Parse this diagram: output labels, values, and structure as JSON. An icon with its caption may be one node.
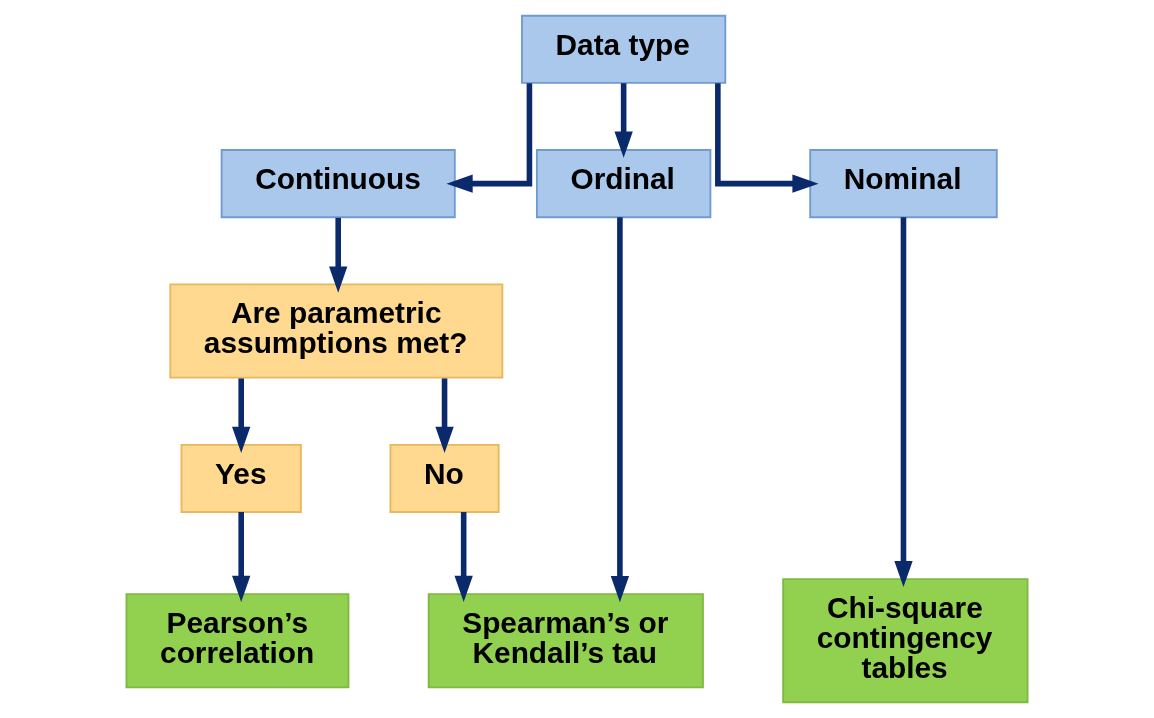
{
  "diagram": {
    "nodes": [
      {
        "text": [
          "Data type"
        ]
      },
      {
        "text": [
          "Continuous"
        ]
      },
      {
        "text": [
          "Ordinal"
        ]
      },
      {
        "text": [
          "Nominal"
        ]
      },
      {
        "text": [
          "Are parametric assumptions met?"
        ]
      },
      {
        "text": [
          "Yes"
        ]
      },
      {
        "text": [
          "No"
        ]
      },
      {
        "text": [
          "Pearson’s correlation"
        ]
      },
      {
        "text": [
          "Spearman’s or Kendall’s tau"
        ]
      },
      {
        "text": [
          "Chi-square contingency tables"
        ]
      }
    ],
    "edges": [
      {
        "from": 0,
        "to": 1,
        "arrow": "to"
      },
      {
        "from": 0,
        "to": 2,
        "arrow": "to"
      },
      {
        "from": 0,
        "to": 3,
        "arrow": "to"
      },
      {
        "from": 1,
        "to": 4,
        "arrow": "to"
      },
      {
        "from": 4,
        "to": 5,
        "arrow": "to"
      },
      {
        "from": 4,
        "to": 6,
        "arrow": "to"
      },
      {
        "from": 5,
        "to": 7,
        "arrow": "to"
      },
      {
        "from": 6,
        "to": 8,
        "arrow": "to"
      },
      {
        "from": 2,
        "to": 8,
        "arrow": "to"
      },
      {
        "from": 3,
        "to": 9,
        "arrow": "to"
      }
    ]
  }
}
